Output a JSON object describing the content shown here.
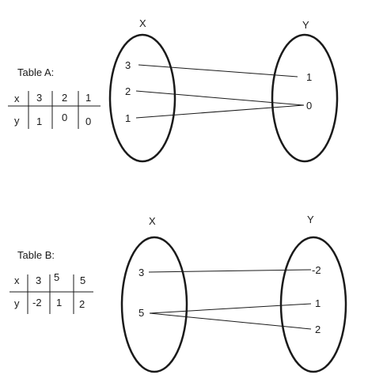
{
  "diagram_a": {
    "table_title": "Table A:",
    "table": {
      "x_header": "x",
      "y_header": "y",
      "x_values": [
        "3",
        "2",
        "1"
      ],
      "y_values": [
        "1",
        "0",
        "0"
      ]
    },
    "domain_label": "X",
    "range_label": "Y",
    "domain": [
      "3",
      "2",
      "1"
    ],
    "range": [
      "1",
      "0"
    ],
    "mappings": [
      {
        "from": "3",
        "to": "1"
      },
      {
        "from": "2",
        "to": "0"
      },
      {
        "from": "1",
        "to": "0"
      }
    ]
  },
  "diagram_b": {
    "table_title": "Table B:",
    "table": {
      "x_header": "x",
      "y_header": "y",
      "x_values": [
        "3",
        "5",
        "5"
      ],
      "y_values": [
        "-2",
        "1",
        "2"
      ]
    },
    "domain_label": "X",
    "range_label": "Y",
    "domain": [
      "3",
      "5"
    ],
    "range": [
      "-2",
      "1",
      "2"
    ],
    "mappings": [
      {
        "from": "3",
        "to": "-2"
      },
      {
        "from": "5",
        "to": "1"
      },
      {
        "from": "5",
        "to": "2"
      }
    ]
  }
}
